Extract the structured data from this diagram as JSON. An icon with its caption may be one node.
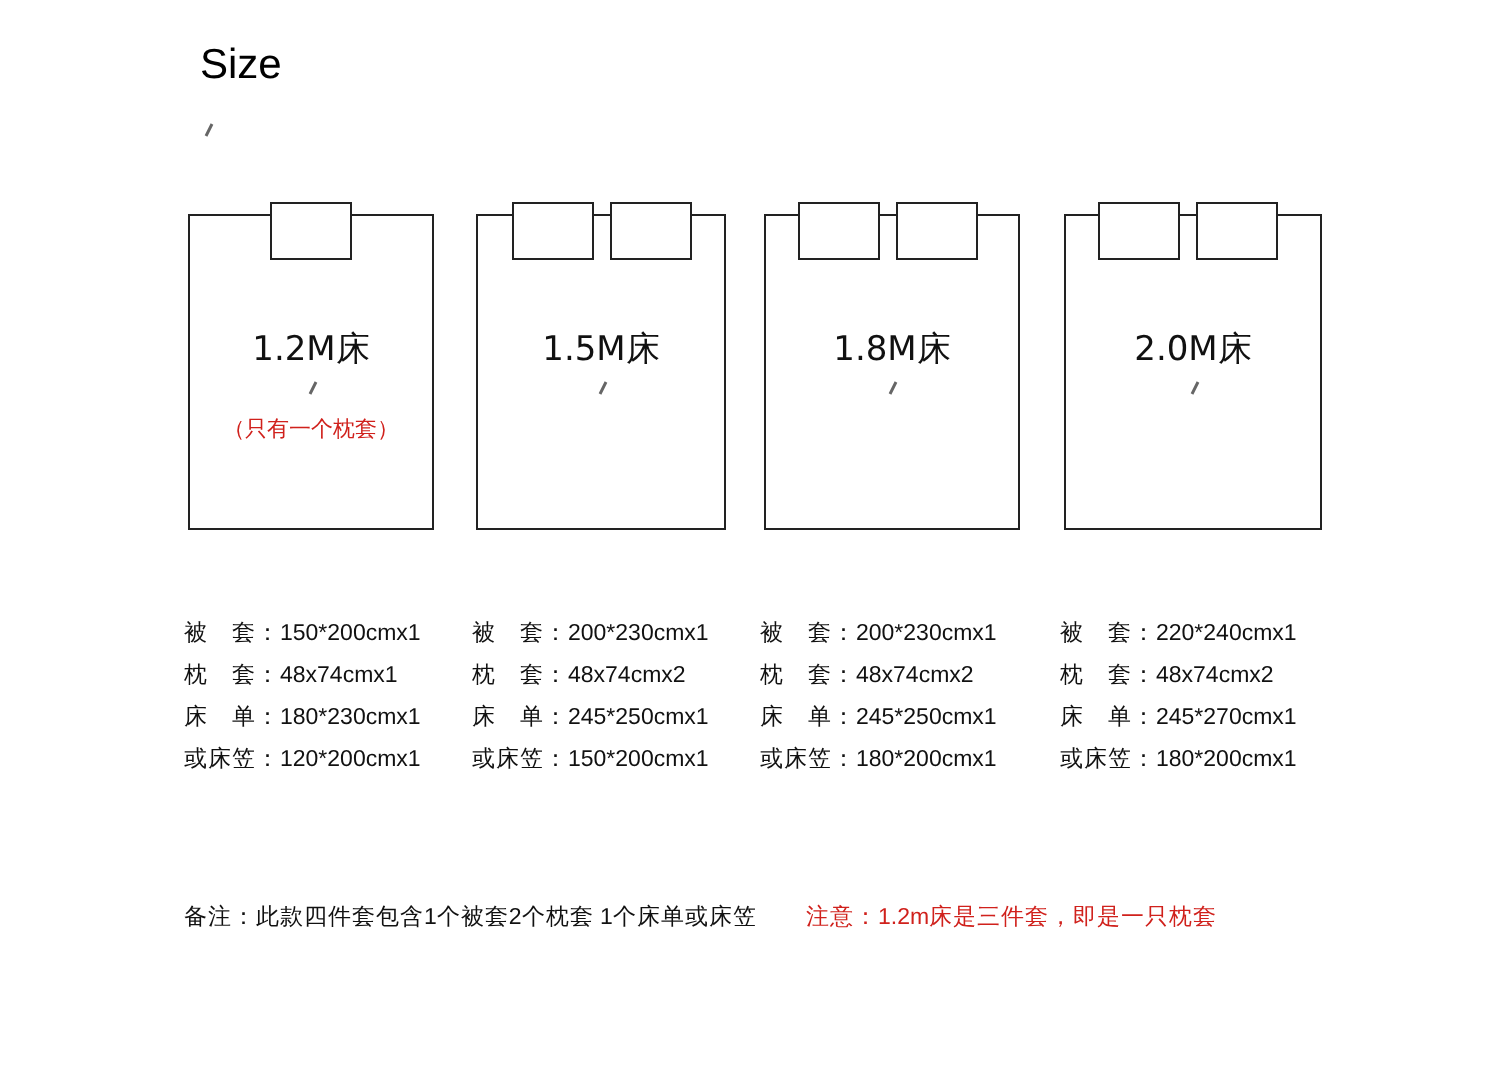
{
  "diagram": {
    "title": "Size",
    "nodes": [
      {
        "text": [
          "1.2M床",
          "（只有一个枕套）"
        ]
      },
      {
        "text": [],
        "shape": "box",
        "in": 0
      },
      {
        "text": [
          "1.5M床"
        ]
      },
      {
        "text": [],
        "shape": "box",
        "in": 2
      },
      {
        "text": [],
        "shape": "box",
        "in": 2
      },
      {
        "text": [
          "1.8M床"
        ]
      },
      {
        "text": [],
        "shape": "box",
        "in": 5
      },
      {
        "text": [],
        "shape": "box",
        "in": 5
      },
      {
        "text": [
          "2.0M床"
        ]
      },
      {
        "text": [],
        "shape": "box",
        "in": 8
      },
      {
        "text": [],
        "shape": "box",
        "in": 8
      }
    ],
    "labels": [
      "被　套：150*200cmx1",
      "被　套：200*230cmx1",
      "被　套：200*230cmx1",
      "被　套：220*240cmx1",
      "枕　套：48x74cmx1",
      "枕　套：48x74cmx2",
      "枕　套：48x74cmx2",
      "枕　套：48x74cmx2",
      "床　单：180*230cmx1",
      "床　单：245*250cmx1",
      "床　单：245*250cmx1",
      "床　单：245*270cmx1",
      "或床笠：120*200cmx1",
      "或床笠：150*200cmx1",
      "或床笠：180*200cmx1",
      "或床笠：180*200cmx1",
      "备注：此款四件套包含1个被套2个枕套 1个床单或床笠",
      "注意：1.2m床是三件套，即是一只枕套"
    ]
  }
}
